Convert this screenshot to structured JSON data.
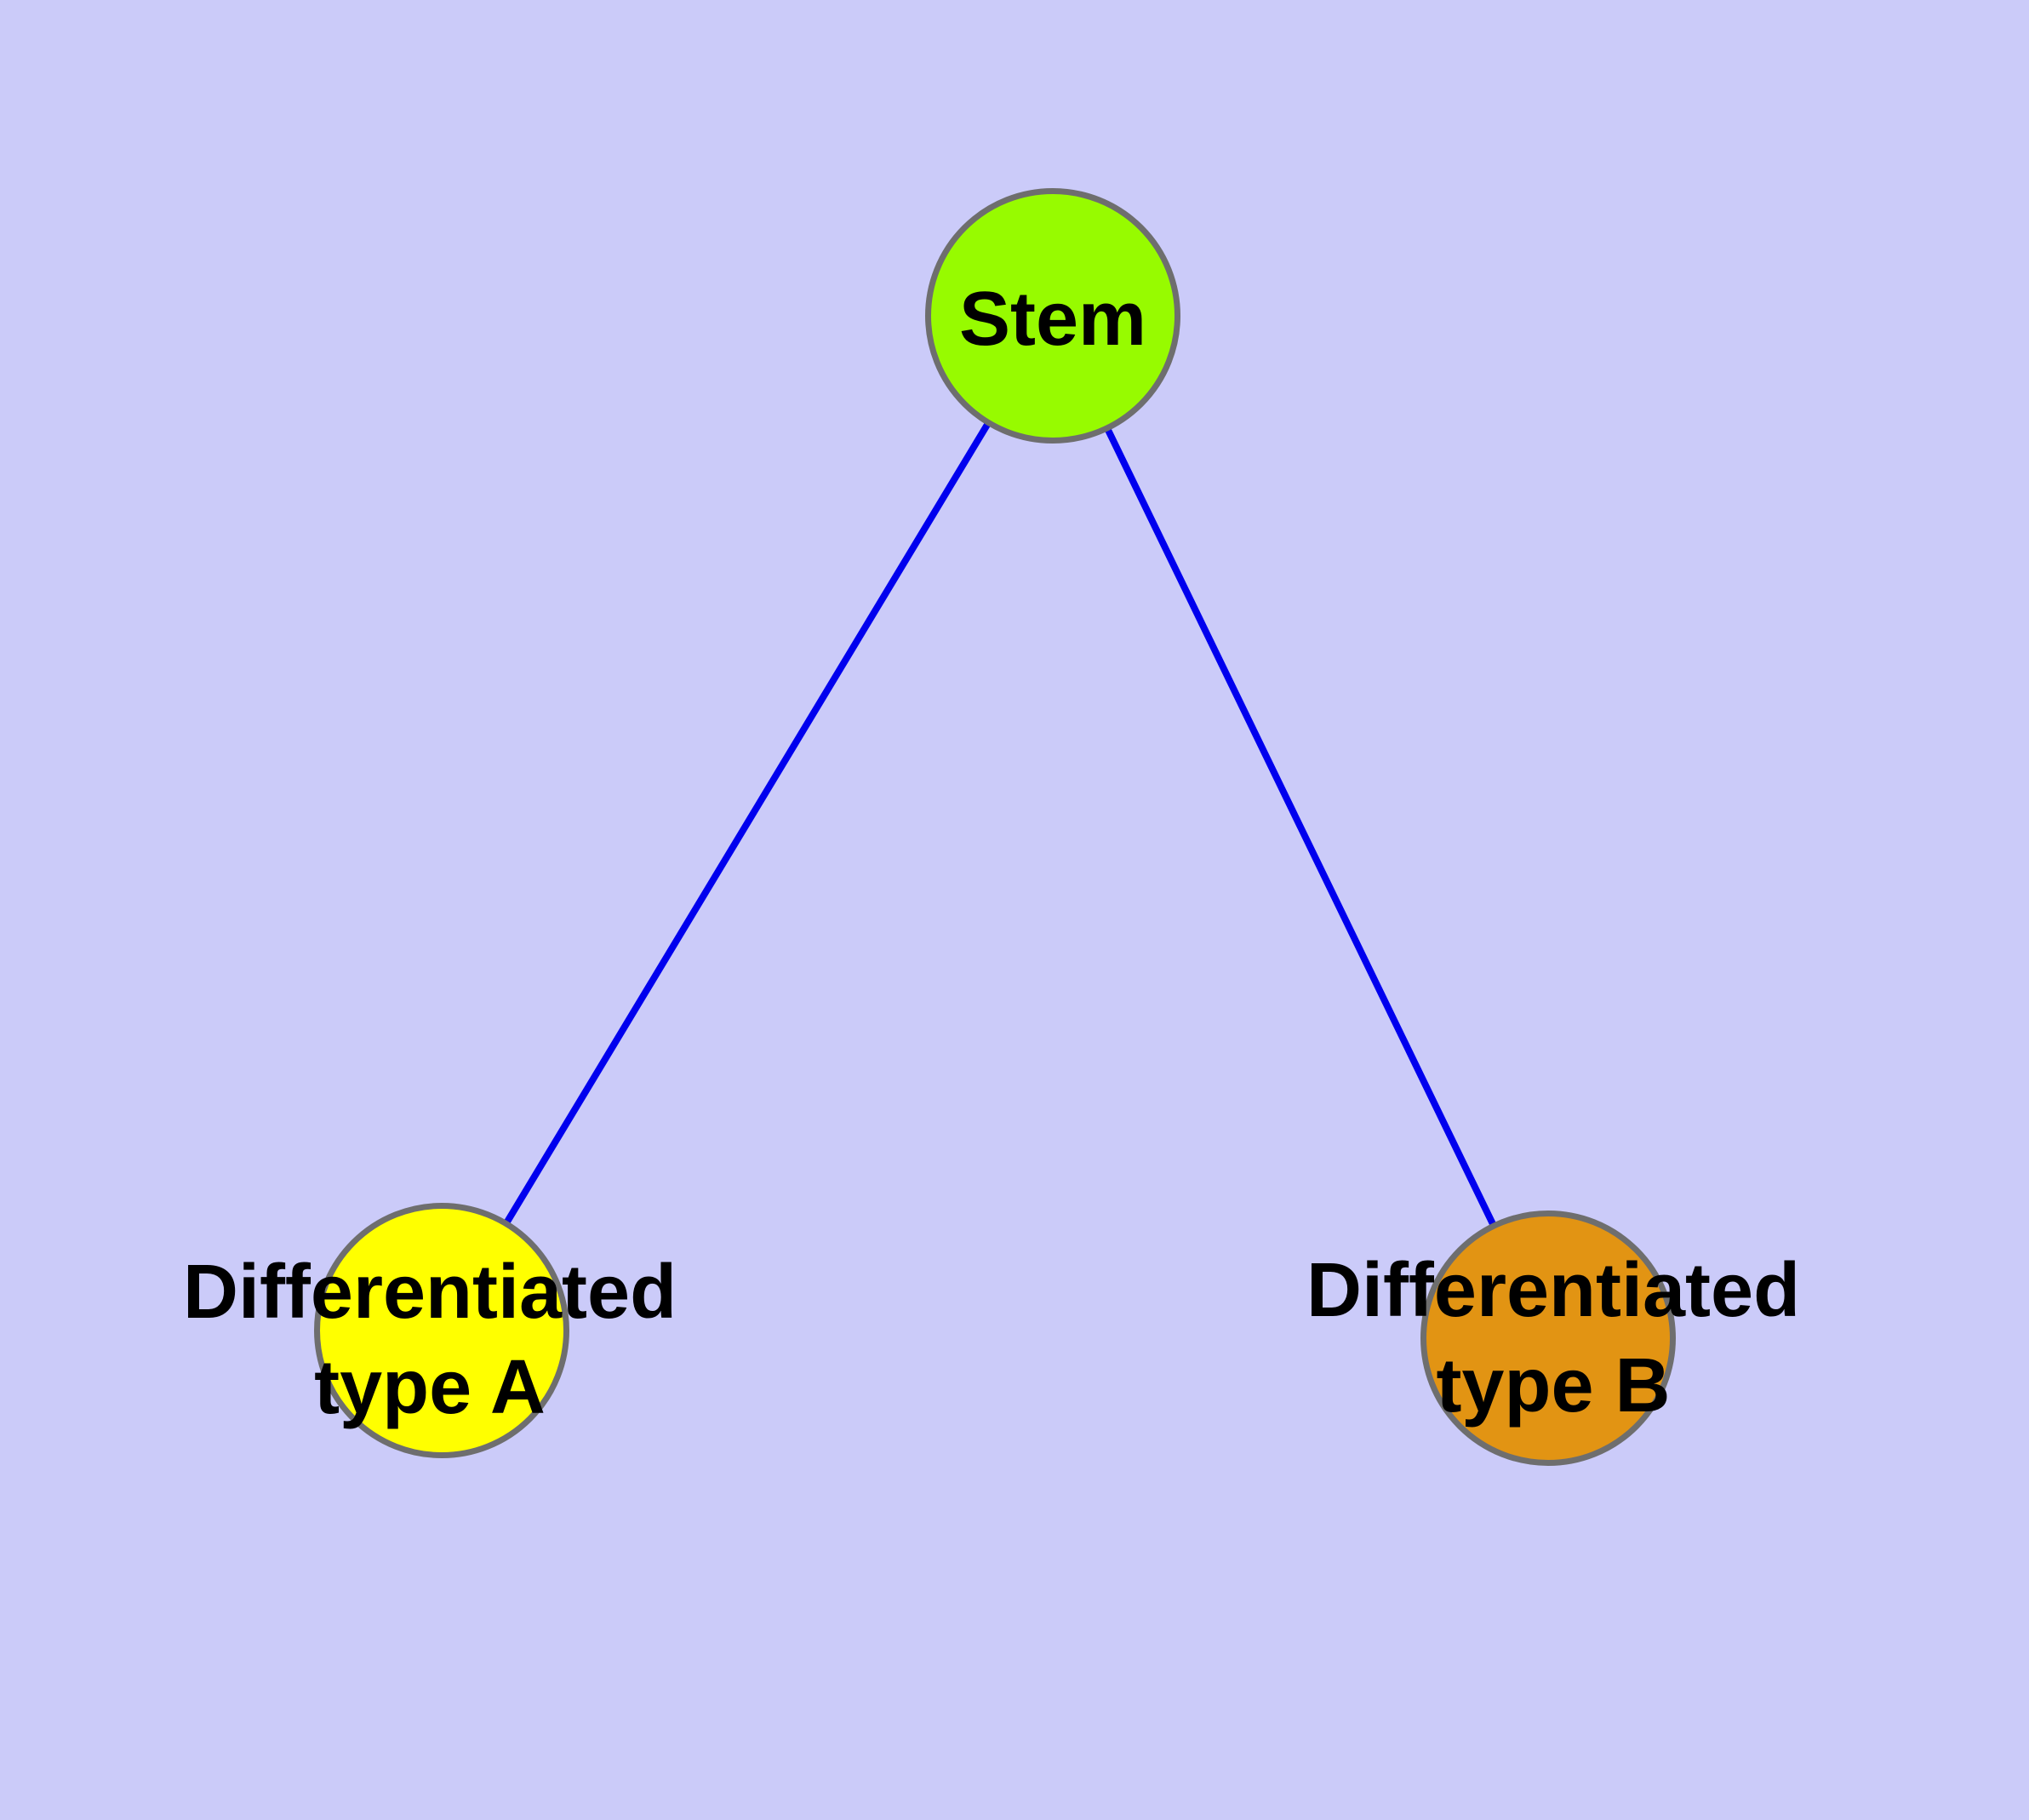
{
  "diagram": {
    "title": "stem cell differentiation graph",
    "background_color": "#CBCBF9",
    "edge_color": "#0000EE",
    "node_border_color": "#6E6E6E",
    "label_color": "#000000",
    "nodes": [
      {
        "id": "stem",
        "label": "Stem",
        "line1": "Stem",
        "line2": "",
        "fill": "#97FB00"
      },
      {
        "id": "type-a",
        "label": "Differentiated type A",
        "line1": "Differentiated",
        "line2": "type A",
        "fill": "#FFFF00"
      },
      {
        "id": "type-b",
        "label": "Differentiated type B",
        "line1": "Differentiated",
        "line2": "type B",
        "fill": "#E29413"
      }
    ],
    "edges": [
      {
        "from": "Stem",
        "to": "Differentiated type A"
      },
      {
        "from": "Stem",
        "to": "Differentiated type B"
      }
    ]
  }
}
